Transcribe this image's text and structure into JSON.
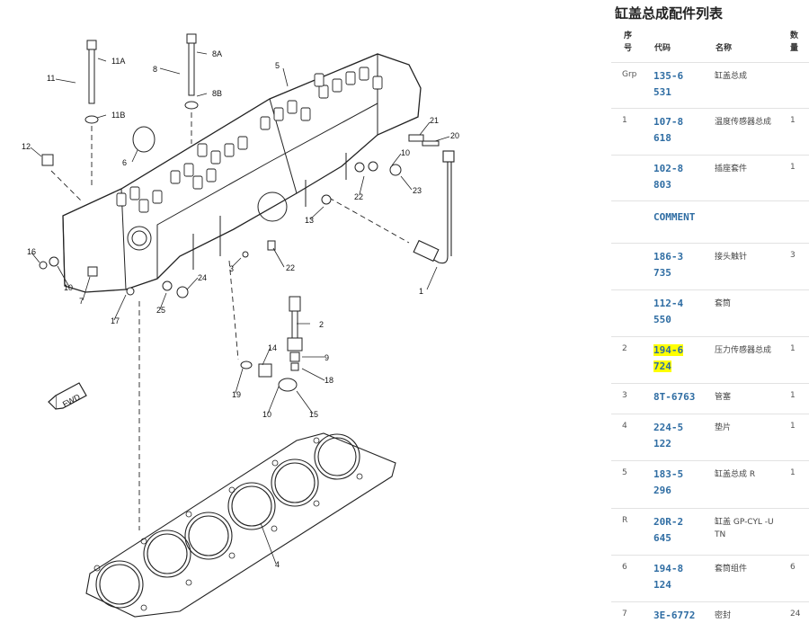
{
  "diagram": {
    "callouts": [
      "11",
      "11A",
      "11B",
      "8",
      "8A",
      "8B",
      "5",
      "12",
      "6",
      "21",
      "20",
      "10",
      "22",
      "23",
      "13",
      "16",
      "10",
      "7",
      "17",
      "25",
      "24",
      "3",
      "22",
      "1",
      "2",
      "9",
      "18",
      "15",
      "10",
      "19",
      "14",
      "4"
    ],
    "fwd_label": "FWD"
  },
  "parts_list": {
    "title": "缸盖总成配件列表",
    "headers": {
      "seq": "序号",
      "code": "代码",
      "name": "名称",
      "qty": "数量"
    },
    "rows": [
      {
        "seq": "Grp",
        "code": "135-6531",
        "name": "缸盖总成",
        "qty": ""
      },
      {
        "seq": "1",
        "code": "107-8618",
        "name": "温度传感器总成",
        "qty": "1"
      },
      {
        "seq": "",
        "code": "102-8803",
        "name": "插座套件",
        "qty": "1"
      },
      {
        "seq": "",
        "code": "COMMENT",
        "name": "",
        "qty": ""
      },
      {
        "seq": "",
        "code": "186-3735",
        "name": "接头触针",
        "qty": "3"
      },
      {
        "seq": "",
        "code": "112-4550",
        "name": "套筒",
        "qty": ""
      },
      {
        "seq": "2",
        "code": "194-6724",
        "name": "压力传感器总成",
        "qty": "1"
      },
      {
        "seq": "3",
        "code": "8T-6763",
        "name": "管塞",
        "qty": "1"
      },
      {
        "seq": "4",
        "code": "224-5122",
        "name": "垫片",
        "qty": "1"
      },
      {
        "seq": "5",
        "code": "183-5296",
        "name": "缸盖总成 R",
        "qty": "1"
      },
      {
        "seq": "R",
        "code": "20R-2645",
        "name": "缸盖 GP-CYL -UTN",
        "qty": ""
      },
      {
        "seq": "6",
        "code": "194-8124",
        "name": "套筒组件",
        "qty": "6"
      },
      {
        "seq": "7",
        "code": "3E-6772",
        "name": "密封",
        "qty": "24"
      }
    ]
  }
}
